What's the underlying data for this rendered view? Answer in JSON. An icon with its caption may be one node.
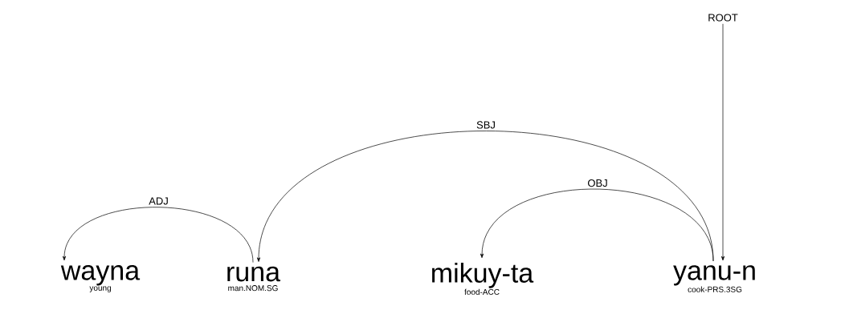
{
  "diagram": {
    "nodes": [
      {
        "text": [
          "wayna",
          "young"
        ]
      },
      {
        "text": [
          "runa",
          "man.NOM.SG"
        ]
      },
      {
        "text": [
          "mikuy-ta",
          "food-ACC"
        ]
      },
      {
        "text": [
          "yanu-n",
          "cook-PRS.3SG"
        ]
      },
      {
        "text": [
          "ROOT"
        ]
      }
    ],
    "edges": [
      {
        "from": 1,
        "to": 0,
        "arrow": "to",
        "label": "ADJ"
      },
      {
        "from": 3,
        "to": 1,
        "arrow": "to",
        "label": "SBJ"
      },
      {
        "from": 3,
        "to": 2,
        "arrow": "to",
        "label": "OBJ"
      },
      {
        "from": 4,
        "to": 3,
        "arrow": "to"
      }
    ]
  }
}
